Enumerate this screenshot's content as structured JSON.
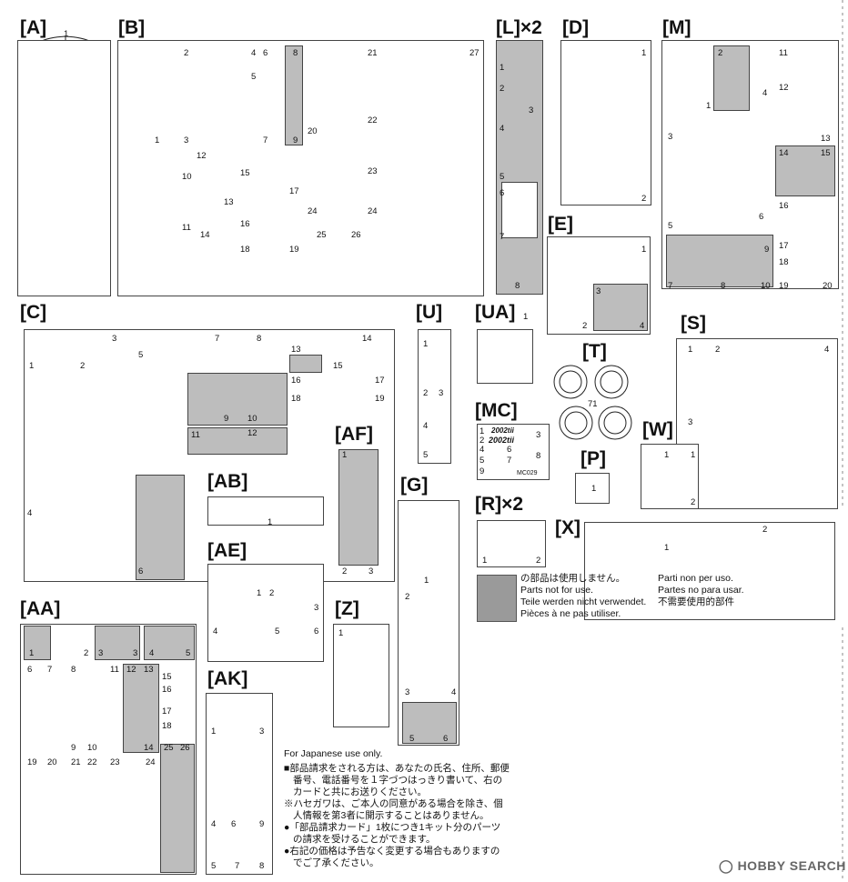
{
  "labels": {
    "A": "[A]",
    "B": "[B]",
    "L": "[L]×2",
    "D": "[D]",
    "M": "[M]",
    "E": "[E]",
    "C": "[C]",
    "U": "[U]",
    "UA": "[UA]",
    "S": "[S]",
    "T": "[T]",
    "MC": "[MC]",
    "W": "[W]",
    "P": "[P]",
    "AF": "[AF]",
    "AB": "[AB]",
    "G": "[G]",
    "R": "[R]×2",
    "X": "[X]",
    "AE": "[AE]",
    "Z": "[Z]",
    "AA": "[AA]",
    "AK": "[AK]"
  },
  "part_numbers": {
    "A": [
      "1"
    ],
    "B": [
      "1",
      "2",
      "3",
      "4",
      "5",
      "6",
      "7",
      "8",
      "9",
      "10",
      "11",
      "12",
      "13",
      "14",
      "15",
      "16",
      "17",
      "18",
      "19",
      "20",
      "21",
      "22",
      "23",
      "24",
      "24",
      "25",
      "26",
      "27"
    ],
    "L": [
      "1",
      "2",
      "3",
      "4",
      "5",
      "6",
      "7",
      "8"
    ],
    "D": [
      "1",
      "2"
    ],
    "M": [
      "1",
      "2",
      "3",
      "4",
      "5",
      "6",
      "7",
      "8",
      "9",
      "10",
      "11",
      "12",
      "13",
      "14",
      "15",
      "16",
      "17",
      "18",
      "19",
      "20"
    ],
    "E": [
      "1",
      "2",
      "3",
      "4"
    ],
    "C": [
      "1",
      "2",
      "3",
      "4",
      "5",
      "6",
      "7",
      "8",
      "9",
      "10",
      "11",
      "12",
      "13",
      "14",
      "15",
      "16",
      "17",
      "18",
      "19"
    ],
    "U": [
      "1",
      "2",
      "3",
      "4",
      "5"
    ],
    "UA": [
      "1"
    ],
    "S": [
      "1",
      "2",
      "3",
      "4"
    ],
    "T": [
      "71"
    ],
    "MC": [
      "1",
      "2",
      "3",
      "4",
      "5",
      "6",
      "7",
      "8",
      "9"
    ],
    "W": [
      "1",
      "1",
      "2"
    ],
    "P": [
      "1"
    ],
    "AF": [
      "1",
      "2",
      "3"
    ],
    "AB": [
      "1"
    ],
    "G": [
      "1",
      "2",
      "3",
      "4",
      "5",
      "6"
    ],
    "R": [
      "1",
      "2"
    ],
    "X": [
      "1",
      "2"
    ],
    "AE": [
      "1",
      "2",
      "3",
      "4",
      "5",
      "6"
    ],
    "Z": [
      "1"
    ],
    "AA": [
      "1",
      "2",
      "3",
      "3",
      "4",
      "5",
      "6",
      "7",
      "8",
      "9",
      "10",
      "11",
      "12",
      "13",
      "14",
      "15",
      "16",
      "17",
      "18",
      "19",
      "20",
      "21",
      "22",
      "23",
      "24",
      "25",
      "26"
    ],
    "AK": [
      "1",
      "2",
      "3",
      "4",
      "5",
      "6",
      "7",
      "8",
      "9"
    ]
  },
  "decals": {
    "mc_row1": "2002tii",
    "mc_row2": "2002tii",
    "mc_code": "MC029"
  },
  "legend": {
    "jp": "の部品は使用しません。",
    "en": "Parts not for use.",
    "de": "Teile werden nicht verwendet.",
    "fr": "Pièces à ne pas utiliser.",
    "it": "Parti non per uso.",
    "es": "Partes no para usar.",
    "zh": "不需要使用的部件"
  },
  "notice": {
    "heading": "For Japanese use only.",
    "lines": [
      "■部品請求をされる方は、あなたの氏名、住所、郵便",
      "番号、電話番号を１字づつはっきり書いて、右の",
      "カードと共にお送りください。",
      "※ハセガワは、ご本人の同意がある場合を除き、個",
      "人情報を第3者に開示することはありません。",
      "●「部品請求カード」1枚につき1キット分のパーツ",
      "の請求を受けることができます。",
      "●右記の価格は予告なく変更する場合もありますの",
      "でご了承ください。"
    ]
  },
  "watermark": "HOBBY SEARCH",
  "colors": {
    "unused_parts": "#9a9a9a",
    "frame": "#444444"
  }
}
